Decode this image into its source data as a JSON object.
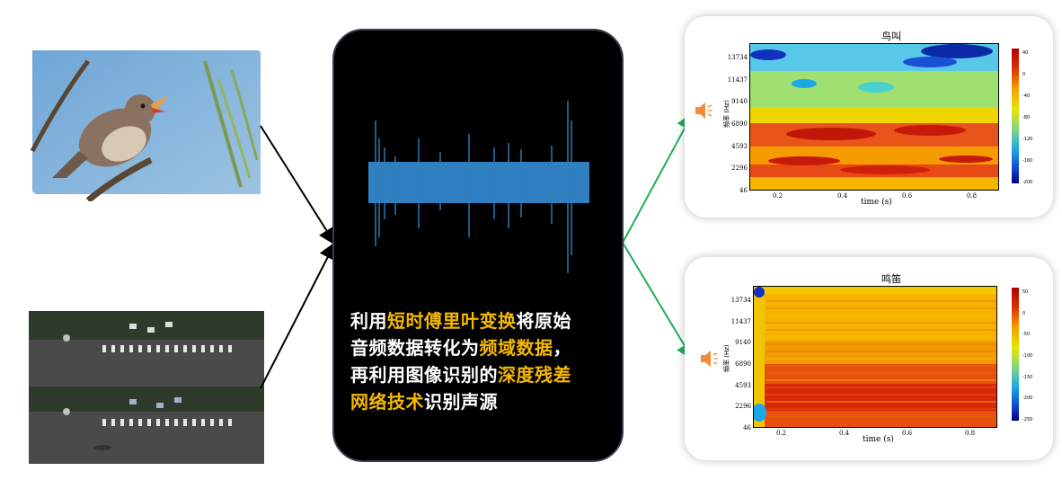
{
  "center": {
    "line1_plain_a": "利用",
    "line1_hl": "短时傅里叶变换",
    "line1_plain_b": "将原始",
    "line2_plain_a": "音频数据转化为",
    "line2_hl": "频域数据",
    "line2_plain_b": "，",
    "line3_plain_a": "再利用图像识别的",
    "line3_hl": "深度残差",
    "line4_hl": "网络技术",
    "line4_plain_b": "识别声源"
  },
  "spectrogram_top": {
    "title": "鸟叫",
    "xlabel": "time (s)",
    "ylabel": "频率 (Hz)",
    "y_ticks": [
      "13734",
      "11437",
      "9140",
      "6890",
      "4593",
      "2296",
      "46"
    ],
    "x_ticks": [
      "0.2",
      "0.4",
      "0.6",
      "0.8"
    ],
    "colorbar_ticks": [
      "40",
      "0",
      "-40",
      "-80",
      "-120",
      "-160",
      "-200"
    ]
  },
  "spectrogram_bottom": {
    "title": "鸣笛",
    "xlabel": "time (s)",
    "ylabel": "频率 (Hz)",
    "y_ticks": [
      "13734",
      "11437",
      "9140",
      "6890",
      "4593",
      "2296",
      "46"
    ],
    "x_ticks": [
      "0.2",
      "0.4",
      "0.6",
      "0.8"
    ],
    "colorbar_ticks": [
      "50",
      "0",
      "-50",
      "-100",
      "-150",
      "-200",
      "-250"
    ]
  },
  "colors": {
    "highlight": "#f5b800",
    "waveform": "#2f7fc1",
    "arrow_left": "#000000",
    "arrow_right": "#1fae5a",
    "speaker": "#f08c3c"
  }
}
